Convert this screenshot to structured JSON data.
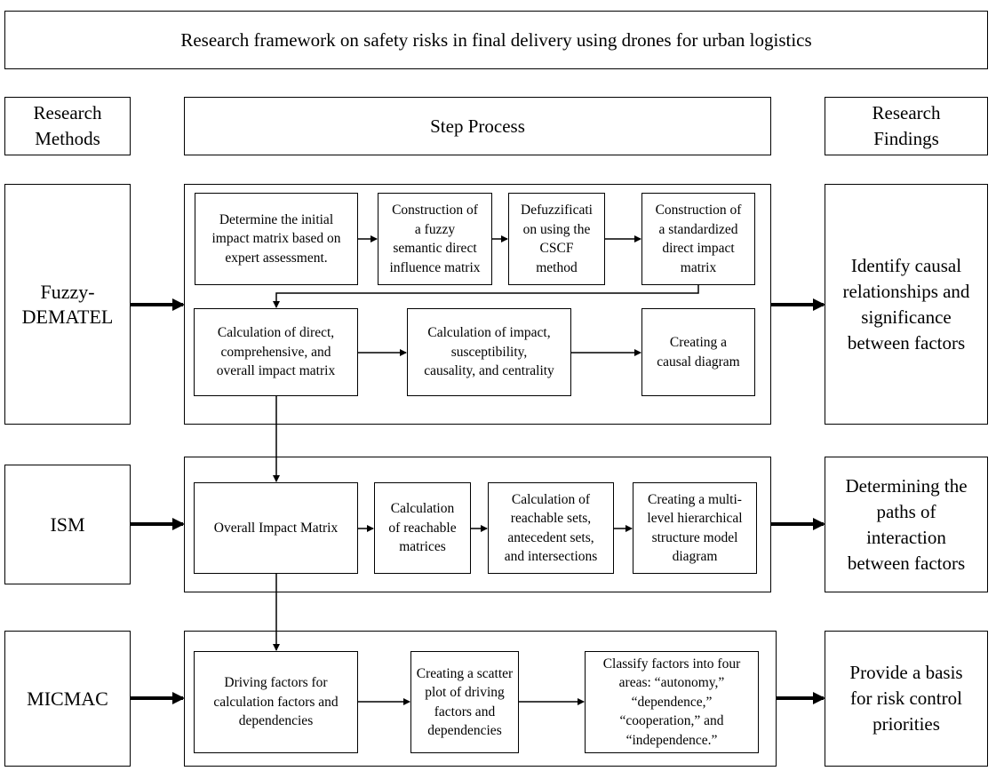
{
  "title": "Research framework on safety risks in final delivery using drones for urban logistics",
  "headers": {
    "methods": "Research\nMethods",
    "process": "Step Process",
    "findings": "Research\nFindings"
  },
  "stages": [
    {
      "method": "Fuzzy-\nDEMATEL",
      "finding": "Identify causal\nrelationships and\nsignificance\nbetween factors",
      "steps": [
        "Determine the initial\nimpact matrix based on\nexpert assessment.",
        "Construction of\na fuzzy\nsemantic direct\ninfluence matrix",
        "Defuzzificati\non using the\nCSCF\nmethod",
        "Construction of\na standardized\ndirect impact\nmatrix",
        "Calculation of direct,\ncomprehensive, and\noverall impact matrix",
        "Calculation of impact,\nsusceptibility,\ncausality, and centrality",
        "Creating a\ncausal diagram"
      ]
    },
    {
      "method": "ISM",
      "finding": "Determining the\npaths of\ninteraction\nbetween factors",
      "steps": [
        "Overall Impact Matrix",
        "Calculation\nof reachable\nmatrices",
        "Calculation of\nreachable sets,\nantecedent sets,\nand intersections",
        "Creating a multi-\nlevel hierarchical\nstructure model\ndiagram"
      ]
    },
    {
      "method": "MICMAC",
      "finding": "Provide a basis\nfor risk control\npriorities",
      "steps": [
        "Driving factors for\ncalculation factors and\ndependencies",
        "Creating a scatter\nplot of driving\nfactors and\ndependencies",
        "Classify factors into four\nareas: “autonomy,”\n“dependence,”\n“cooperation,” and\n“independence.”"
      ]
    }
  ]
}
